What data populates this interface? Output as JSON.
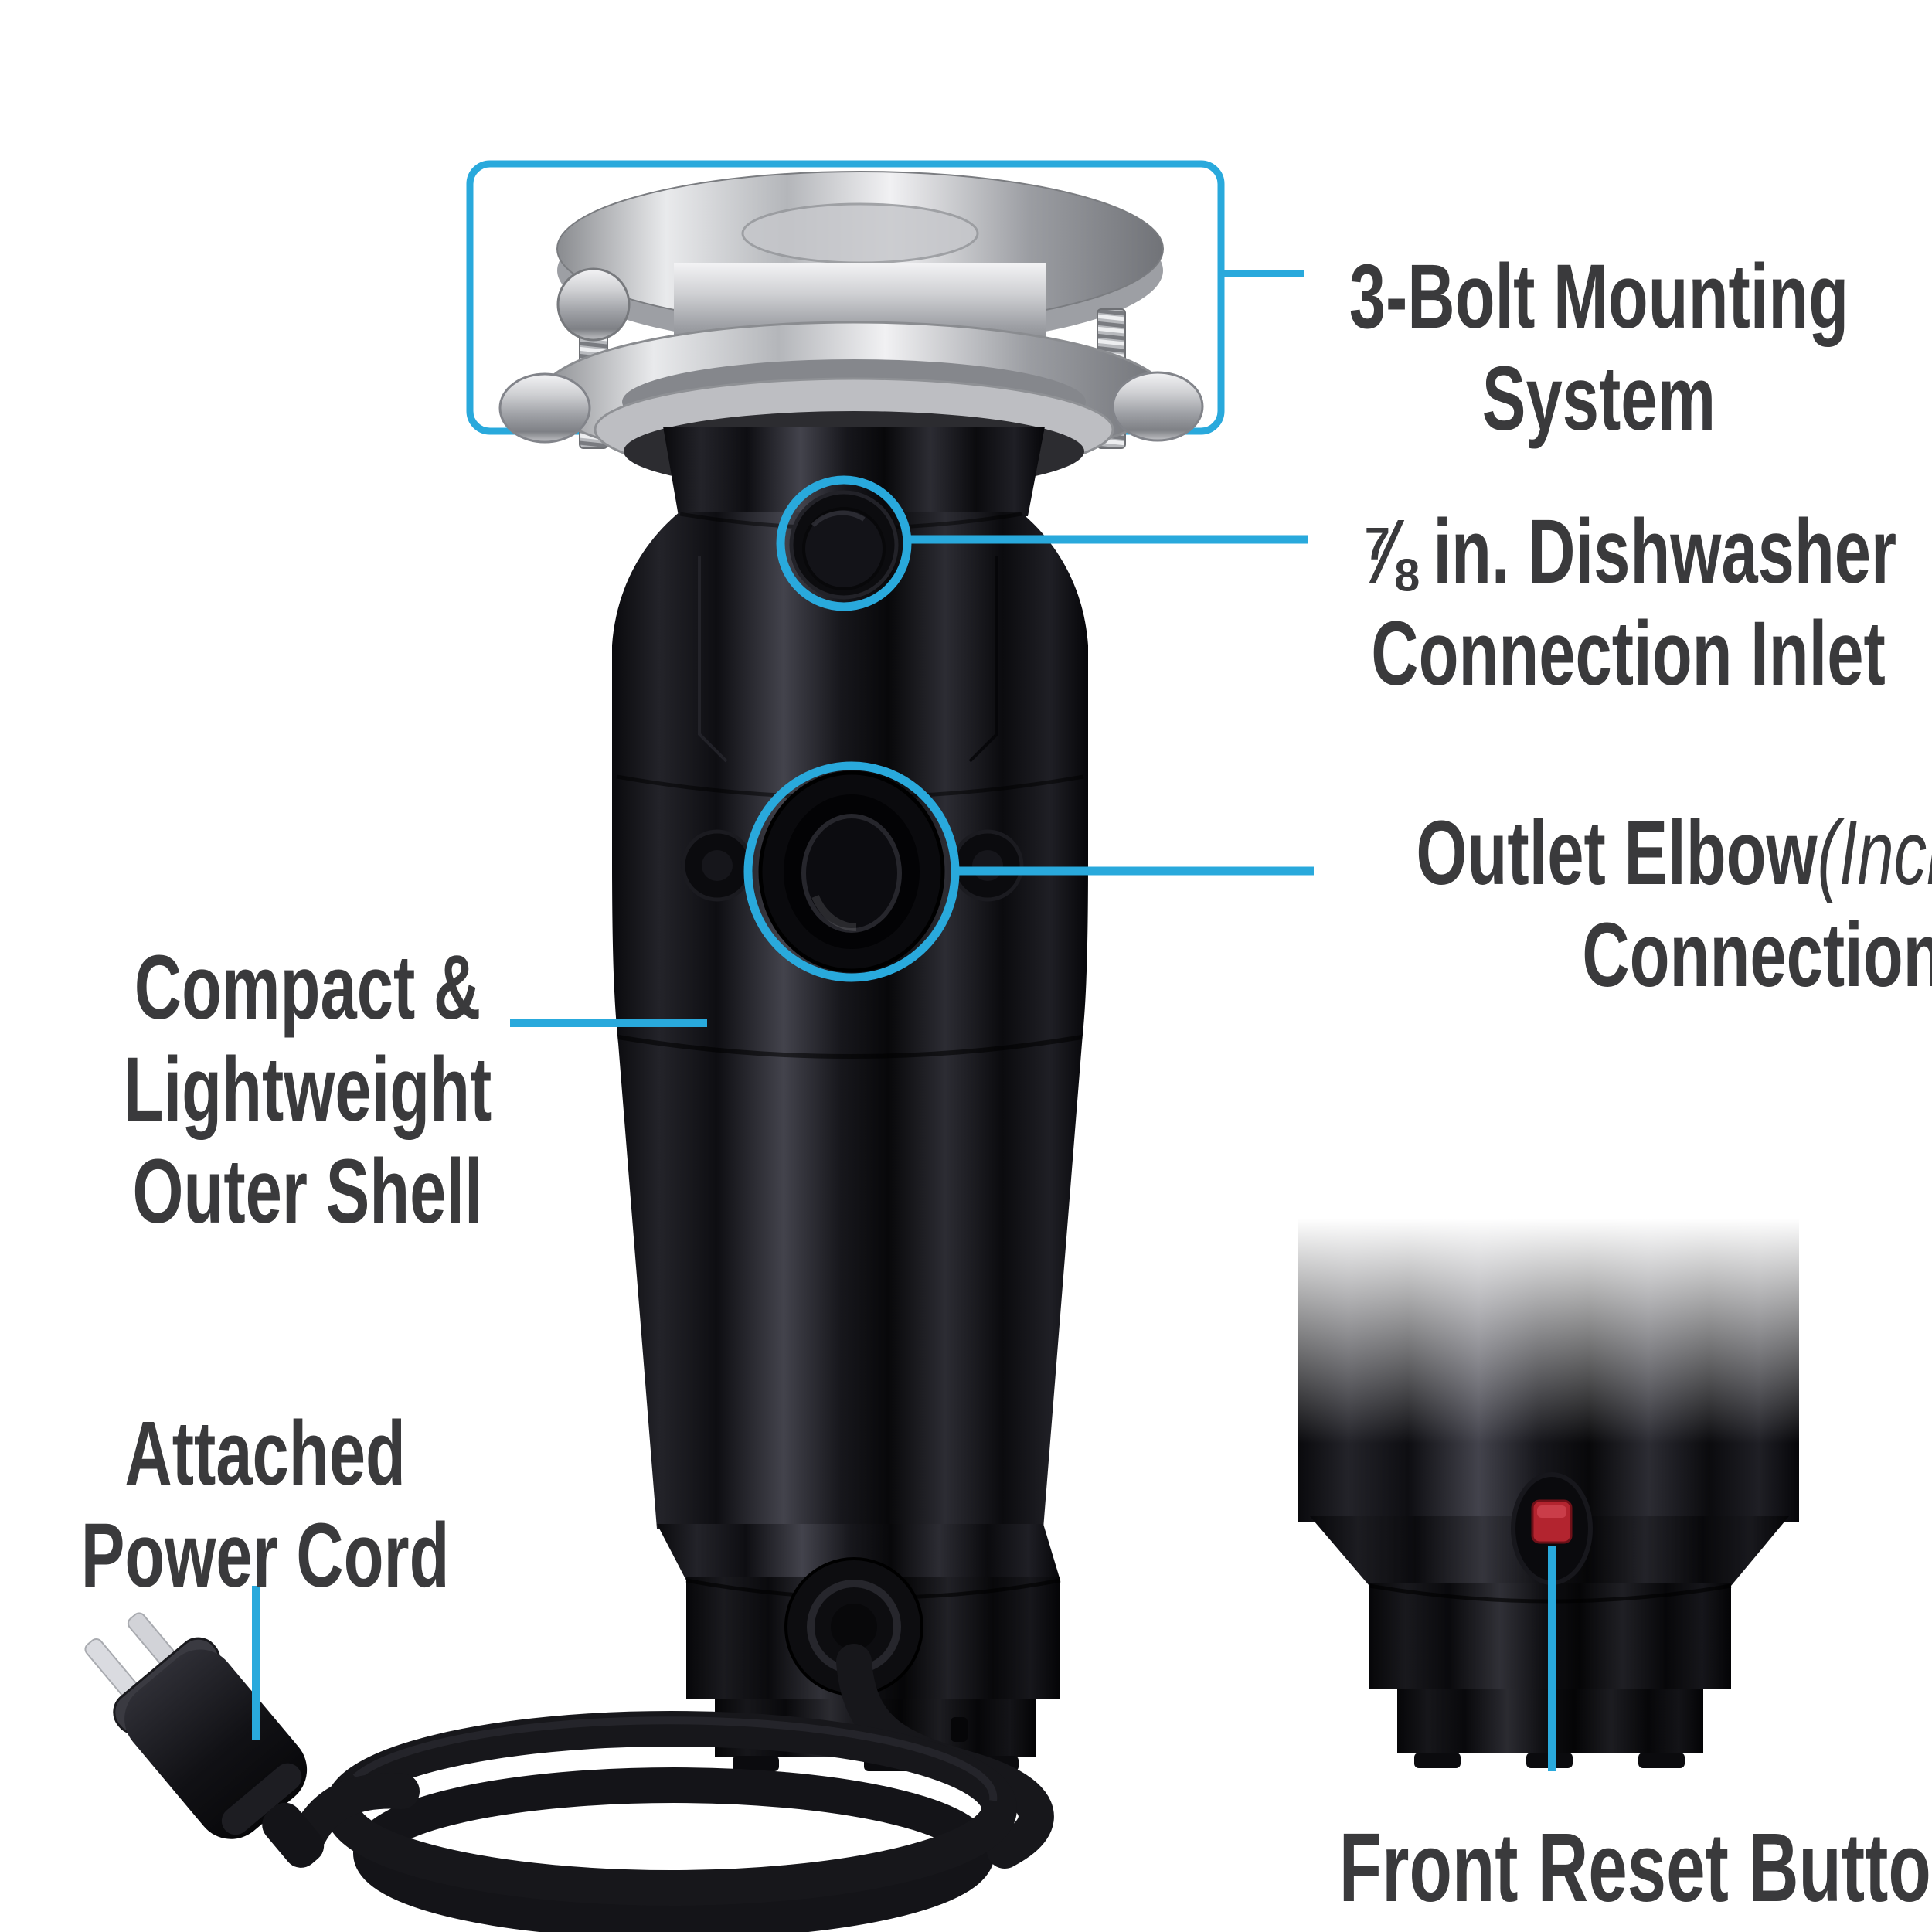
{
  "colors": {
    "background": "#ffffff",
    "callout_blue": "#29A9DC",
    "label_text": "#3A3A3C",
    "reset_button_red": "#B3242F"
  },
  "labels": {
    "mounting": {
      "line1": "3-Bolt Mounting",
      "line2": "System"
    },
    "dishwasher": {
      "line1": "⅞ in. Dishwasher",
      "line2": "Connection Inlet"
    },
    "outlet": {
      "line1_bold": "Outlet Elbow",
      "line1_italic": "(Included)",
      "line2": "Connection"
    },
    "shell": {
      "line1": "Compact &",
      "line2": "Lightweight",
      "line3": "Outer Shell"
    },
    "cord": {
      "line1": "Attached",
      "line2": "Power Cord"
    },
    "reset": {
      "line1": "Front Reset Button"
    }
  }
}
